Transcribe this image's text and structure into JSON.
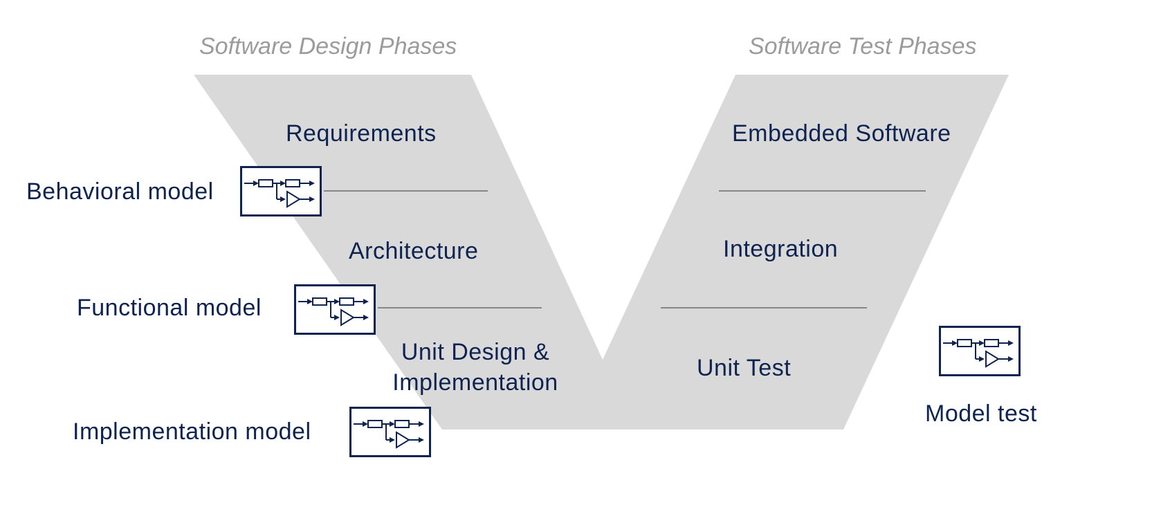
{
  "colors": {
    "v_fill": "#d9d9d9",
    "text": "#0f2350",
    "phase_title": "#9b9b9b",
    "divider": "#6b6b6b",
    "icon_stroke": "#0f2350"
  },
  "titles": {
    "design_phases": "Software Design Phases",
    "test_phases": "Software Test Phases"
  },
  "design_phases": {
    "requirements": "Requirements",
    "architecture": "Architecture",
    "unit_design_line1": "Unit Design &",
    "unit_design_line2": "Implementation"
  },
  "test_phases": {
    "embedded_software": "Embedded Software",
    "integration": "Integration",
    "unit_test": "Unit Test"
  },
  "models": {
    "behavioral": "Behavioral model",
    "functional": "Functional model",
    "implementation": "Implementation model",
    "test": "Model test"
  },
  "icons": {
    "model_block": "simulink-block-diagram-icon"
  }
}
